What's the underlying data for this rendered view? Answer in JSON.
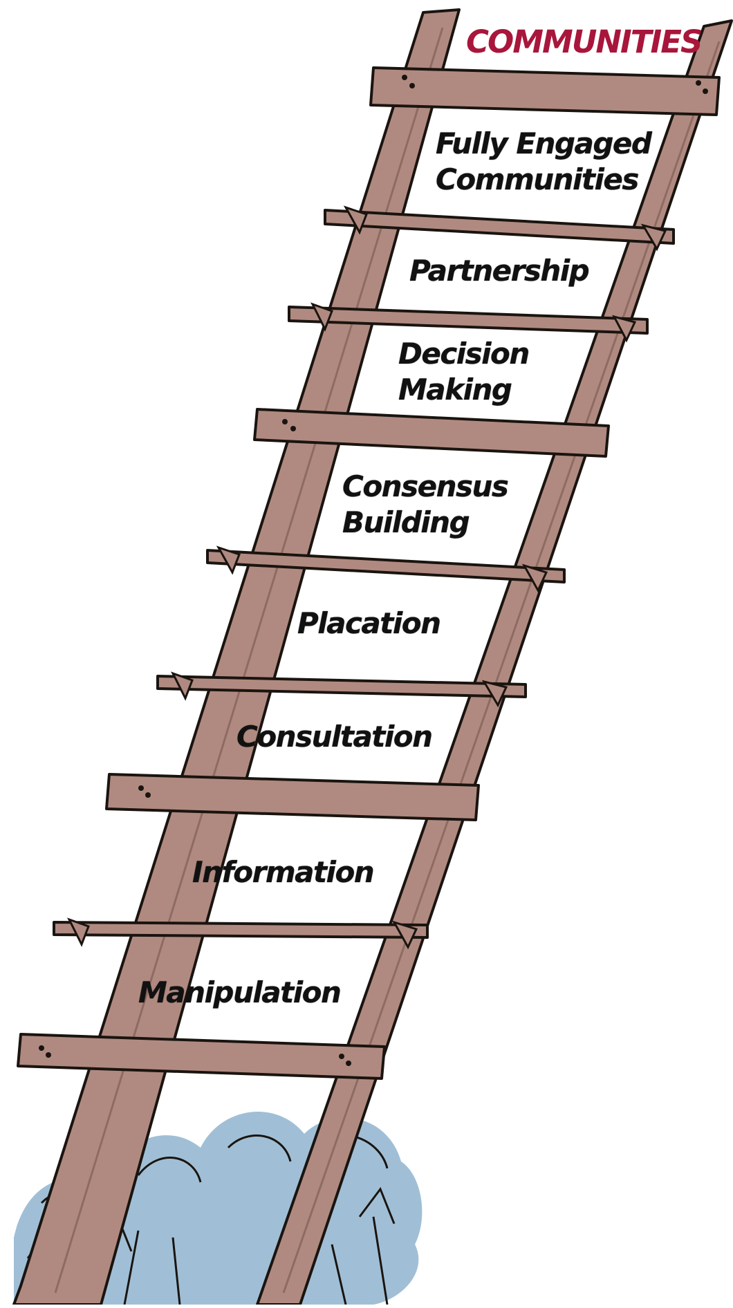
{
  "title": "COMMUNITIES",
  "colors": {
    "title": "#a8163b",
    "wood": "#b08a80",
    "wood_dark": "#8e6b62",
    "outline": "#1a1410",
    "bush": "#8fb4cf",
    "label": "#111111"
  },
  "rungs": [
    {
      "lines": [
        "Fully Engaged",
        "Communities"
      ]
    },
    {
      "lines": [
        "Partnership"
      ]
    },
    {
      "lines": [
        "Decision",
        "Making"
      ]
    },
    {
      "lines": [
        "Consensus",
        "Building"
      ]
    },
    {
      "lines": [
        "Placation"
      ]
    },
    {
      "lines": [
        "Consultation"
      ]
    },
    {
      "lines": [
        "Information"
      ]
    },
    {
      "lines": [
        "Manipulation"
      ]
    }
  ]
}
